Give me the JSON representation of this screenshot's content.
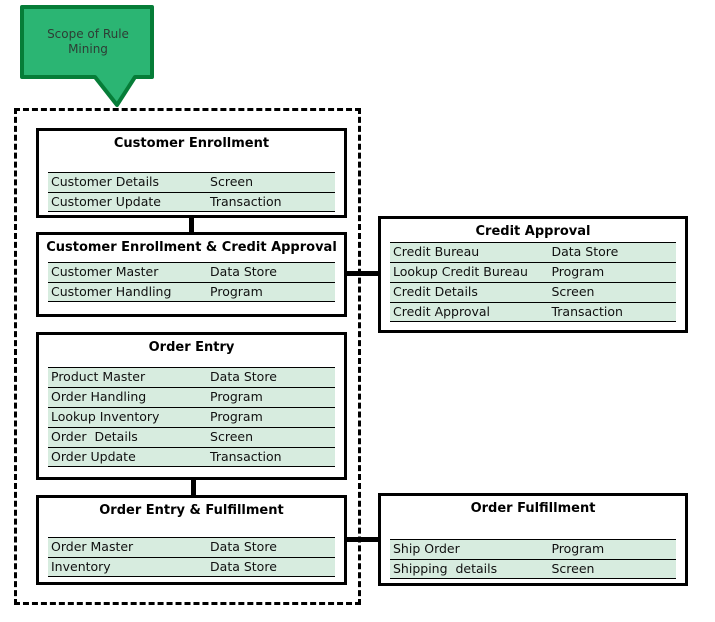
{
  "colors": {
    "callout_fill": "#2bb573",
    "callout_border": "#067d38",
    "row_fill": "#d7ecdf"
  },
  "callout": {
    "text": "Scope of Rule Mining"
  },
  "boxes": {
    "customer_enrollment": {
      "title": "Customer Enrollment",
      "rows": [
        {
          "label": "Customer Details",
          "type": "Screen"
        },
        {
          "label": "Customer Update",
          "type": "Transaction"
        }
      ]
    },
    "customer_enrollment_credit_approval": {
      "title": "Customer Enrollment & Credit Approval",
      "rows": [
        {
          "label": "Customer Master",
          "type": "Data Store"
        },
        {
          "label": "Customer Handling",
          "type": "Program"
        }
      ]
    },
    "credit_approval": {
      "title": "Credit Approval",
      "rows": [
        {
          "label": "Credit Bureau",
          "type": "Data Store"
        },
        {
          "label": "Lookup Credit Bureau",
          "type": "Program"
        },
        {
          "label": "Credit Details",
          "type": "Screen"
        },
        {
          "label": "Credit Approval",
          "type": "Transaction"
        }
      ]
    },
    "order_entry": {
      "title": "Order Entry",
      "rows": [
        {
          "label": "Product Master",
          "type": "Data Store"
        },
        {
          "label": "Order Handling",
          "type": "Program"
        },
        {
          "label": "Lookup Inventory",
          "type": "Program"
        },
        {
          "label": "Order  Details",
          "type": "Screen"
        },
        {
          "label": "Order Update",
          "type": "Transaction"
        }
      ]
    },
    "order_entry_fulfillment": {
      "title": "Order Entry & Fulfillment",
      "rows": [
        {
          "label": "Order Master",
          "type": "Data Store"
        },
        {
          "label": "Inventory",
          "type": "Data Store"
        }
      ]
    },
    "order_fulfillment": {
      "title": "Order Fulfillment",
      "rows": [
        {
          "label": "Ship Order",
          "type": "Program"
        },
        {
          "label": "Shipping  details",
          "type": "Screen"
        }
      ]
    }
  }
}
